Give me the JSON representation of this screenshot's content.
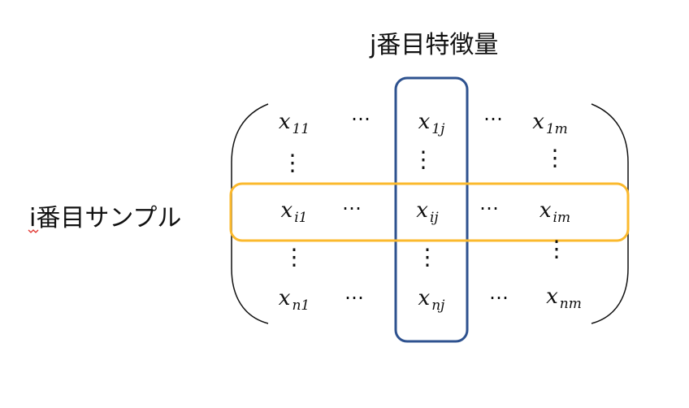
{
  "column_label": "j番目特徴量",
  "row_label": "i番目サンプル",
  "colors": {
    "column_highlight": "#2e528f",
    "row_highlight": "#fbb92d",
    "text": "#111111"
  },
  "matrix": {
    "cells": {
      "r1c1": {
        "base": "x",
        "sub": "11"
      },
      "r1cj": {
        "base": "x",
        "sub": "1j"
      },
      "r1cm": {
        "base": "x",
        "sub": "1m"
      },
      "rici": {
        "base": "x",
        "sub": "i1"
      },
      "ricj": {
        "base": "x",
        "sub": "ij"
      },
      "ricm": {
        "base": "x",
        "sub": "im"
      },
      "rnc1": {
        "base": "x",
        "sub": "n1"
      },
      "rncj": {
        "base": "x",
        "sub": "nj"
      },
      "rncm": {
        "base": "x",
        "sub": "nm"
      }
    },
    "hdots": "⋯",
    "vdots": "⋮"
  }
}
